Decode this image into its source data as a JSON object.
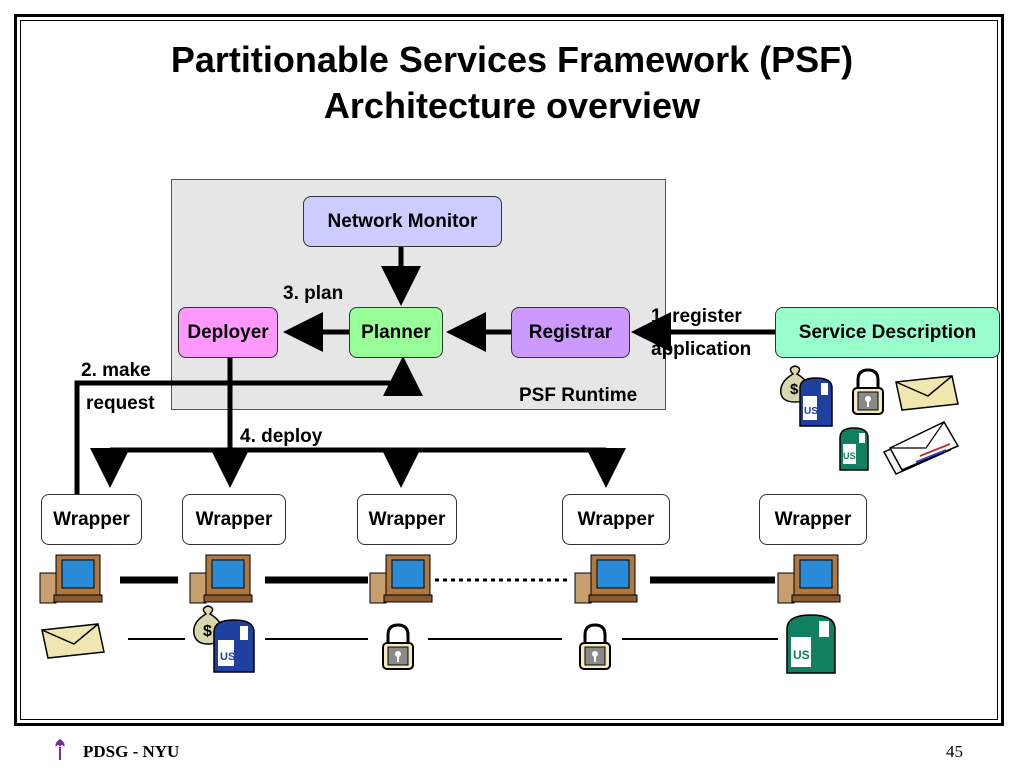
{
  "slide": {
    "title_line1": "Partitionable Services Framework (PSF)",
    "title_line2": "Architecture overview",
    "footer_left": "PDSG - NYU",
    "page_number": "45"
  },
  "runtime": {
    "label": "PSF Runtime",
    "network_monitor": "Network Monitor",
    "planner": "Planner",
    "deployer": "Deployer",
    "registrar": "Registrar"
  },
  "service_description": "Service Description",
  "steps": {
    "register_line1": "1. register",
    "register_line2": "application",
    "request_line1": "2. make",
    "request_line2": "request",
    "plan": "3. plan",
    "deploy": "4. deploy"
  },
  "wrappers": [
    "Wrapper",
    "Wrapper",
    "Wrapper",
    "Wrapper",
    "Wrapper"
  ],
  "icons": [
    "computer-icon",
    "money-bag-icon",
    "mailbox-icon",
    "padlock-icon",
    "envelope-icon",
    "letters-icon"
  ],
  "colors": {
    "network_monitor": "#ccccff",
    "planner": "#99ff99",
    "deployer": "#ff99ff",
    "registrar": "#cc99ff",
    "service_description": "#99ffcc",
    "runtime_bg": "#e6e6e6"
  }
}
